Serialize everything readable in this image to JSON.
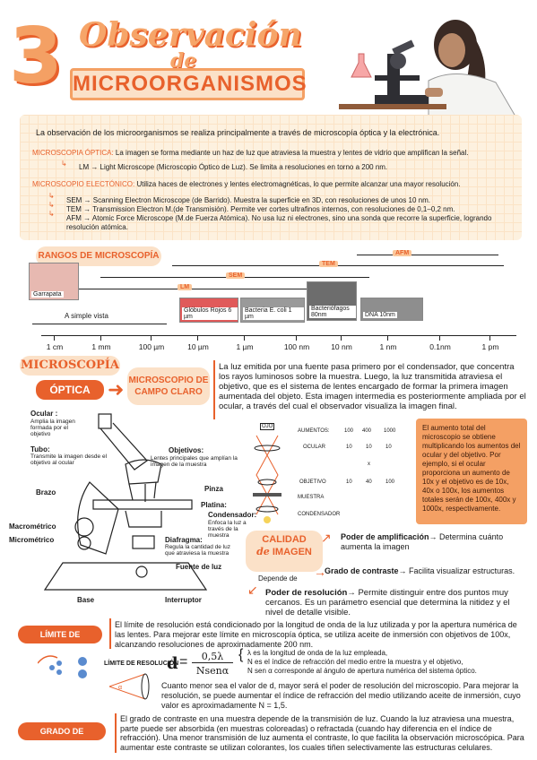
{
  "header": {
    "number": "3",
    "title_line1": "Observación",
    "title_de": "de",
    "title_line2": "MICROORGANISMOS"
  },
  "intro": {
    "lead": "La observación de los microorganismos se realiza principalmente a través de microscopía óptica y la electrónica.",
    "optica_label": "MICROSCOPIA ÓPTICA:",
    "optica_text": "La imagen se forma mediante un haz de luz que atraviesa la muestra y lentes de vidrio que amplifican la señal.",
    "lm_text": "LM → Light Microscope (Microscopio Óptico de Luz). Se limita a resoluciones en torno a 200 nm.",
    "electronico_label": "MICROSCOPIO ELECTÓNICO:",
    "electronico_text": "Utiliza haces de electrones y lentes electromagnéticas, lo que permite alcanzar una mayor resolución.",
    "sem_text": "SEM → Scanning Electron Microscope (de Barrido). Muestra la superficie en 3D, con resoluciones de unos 10 nm.",
    "tem_text": "TEM → Transmission Electron M.(de Transmisión). Permite ver cortes ultrafinos internos, con resoluciones de 0,1–0,2 nm.",
    "afm_text": "AFM → Atomic Force Microscope (M.de Fuerza Atómica). No usa luz ni electrones, sino una sonda que recorre la superficie, logrando resolución atómica."
  },
  "ranges": {
    "title": "RANGOS DE MICROSCOPÍA",
    "tags": {
      "afm": "AFM",
      "tem": "TEM",
      "sem": "SEM",
      "lm": "LM"
    },
    "simple_vista": "A simple vista",
    "thumbs": [
      "Garrapata",
      "Glóbulos Rojos 6 µm",
      "Bacteria E. coli 1 µm",
      "Bacteriófagos 80nm",
      "DNA 10nm"
    ],
    "scale": [
      "1 cm",
      "1 mm",
      "100 µm",
      "10 µm",
      "1 µm",
      "100 nm",
      "10 nm",
      "1 nm",
      "0.1nm",
      "1 pm"
    ]
  },
  "optica": {
    "pill_top": "MICROSCOPÍA",
    "pill_bottom": "ÓPTICA",
    "campo_claro": "MICROSCOPIO DE CAMPO CLARO",
    "campo_text": "La luz emitida por una fuente pasa primero por el condensador, que concentra los rayos luminosos sobre la muestra. Luego, la luz transmitida atraviesa el objetivo, que es el sistema de lentes encargado de formar la primera imagen aumentada del objeto. Esta imagen intermedia es posteriormente ampliada por el ocular, a través del cual el observador visualiza la imagen final.",
    "labels": {
      "ocular": "Ocular :",
      "ocular_desc": "Amplia la imagen formada por el objetivo",
      "tubo": "Tubo:",
      "tubo_desc": "Transmite la imagen desde el objetivo al ocular",
      "objetivos": "Objetivos:",
      "objetivos_desc": "Lentes principales que amplían la imagen de la muestra",
      "brazo": "Brazo",
      "pinza": "Pinza",
      "platina": "Platina:",
      "condensador": "Condensador:",
      "condensador_desc": "Enfoca la luz a través de la muestra",
      "macrometrico": "Macrométrico",
      "micrometrico": "Micrométrico",
      "diafragma": "Diafragma:",
      "diafragma_desc": "Regula la cantidad de luz que atraviesa la muestra",
      "fuente": "Fuente de luz",
      "base": "Base",
      "interruptor": "Interruptor"
    },
    "diagram": {
      "ojo": "OJO",
      "aumentos": "AUMENTOS:",
      "a100": "100",
      "a400": "400",
      "a1000": "1000",
      "ocular": "OCULAR",
      "o10a": "10",
      "o10b": "10",
      "o10c": "10",
      "x": "x",
      "objetivo": "OBJETIVO",
      "b10": "10",
      "b40": "40",
      "b100": "100",
      "muestra": "MUESTRA",
      "condensador": "CONDENSADOR"
    },
    "aumento_box": "El aumento total del microscopio se obtiene multiplicando los aumentos del ocular y del objetivo. Por ejemplo, si el ocular proporciona un aumento de 10x y el objetivo es de 10x, 40x o 100x, los aumentos totales serán de 100x, 400x y 1000x, respectivamente."
  },
  "calidad": {
    "pill_top": "CALIDAD",
    "pill_de": "de",
    "pill_bottom": "IMAGEN",
    "depende": "Depende de",
    "amplificacion_label": "Poder de amplificación→",
    "amplificacion_text": "Determina cuánto aumenta la imagen",
    "contraste_label": "Grado de contraste→",
    "contraste_text": "Facilita visualizar estructuras.",
    "resolucion_label": "Poder de resolución→",
    "resolucion_text": "Permite distinguir entre dos puntos muy cercanos. Es un parámetro esencial que determina la nitidez y el nivel de detalle visible."
  },
  "limite": {
    "pill": "LÍMITE DE RESOLUCIÓN",
    "text": "El límite de resolución está condicionado por la longitud de onda de la luz utilizada y por la apertura numérica de las lentes. Para mejorar este límite en microscopía óptica, se utiliza aceite de inmersión con objetivos de 100x, alcanzando resoluciones de aproximadamente 200 nm.",
    "formula_label": "LÍMITE DE RESOLUCIÓN",
    "d": "d",
    "eq": "=",
    "numerator": "0,5λ",
    "denominator": "Nsenα",
    "legend1": "λ es la longitud de onda de la luz empleada,",
    "legend2": "N es el índice de refracción del medio entre la muestra y el objetivo,",
    "legend3": "N sen α corresponde al ángulo de apertura numérica del sistema óptico.",
    "note": "Cuanto menor sea el valor de d, mayor será el poder de resolución del microscopio. Para mejorar la resolución, se puede aumentar el índice de refracción del medio utilizando aceite de inmersión, cuyo valor es aproximadamente N = 1,5."
  },
  "contraste": {
    "pill": "GRADO DE CONTRASTE",
    "text": "El grado de contraste en una muestra depende de la transmisión de luz. Cuando la luz atraviesa una muestra, parte puede ser absorbida (en muestras coloreadas) o refractada (cuando hay diferencia en el índice de refracción). Una menor transmisión de luz aumenta el contraste, lo que facilita la observación microscópica. Para aumentar este contraste se utilizan colorantes, los cuales tiñen selectivamente las estructuras celulares."
  }
}
